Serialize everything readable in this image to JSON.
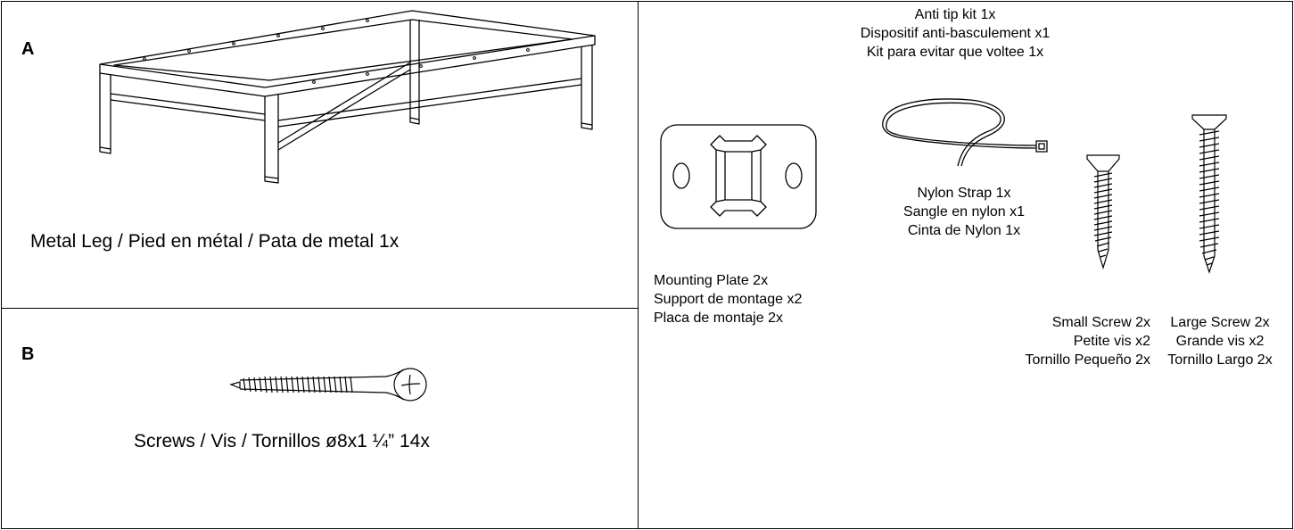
{
  "panel_a": {
    "letter": "A",
    "caption": "Metal Leg / Pied en métal / Pata de metal 1x"
  },
  "panel_b": {
    "letter": "B",
    "caption": "Screws / Vis / Tornillos ø8x1 ¼”  14x"
  },
  "panel_c": {
    "kit_title": [
      "Anti tip kit 1x",
      "Dispositif anti-basculement x1",
      "Kit para evitar que voltee 1x"
    ],
    "mounting_plate": [
      "Mounting Plate 2x",
      "Support de montage  x2",
      "Placa de montaje  2x"
    ],
    "nylon_strap": [
      "Nylon Strap 1x",
      "Sangle en nylon  x1",
      "Cinta de Nylon  1x"
    ],
    "small_screw": [
      "Small Screw 2x",
      "Petite vis x2",
      "Tornillo Pequeño 2x"
    ],
    "large_screw": [
      "Large Screw 2x",
      "Grande vis x2",
      "Tornillo Largo 2x"
    ]
  }
}
